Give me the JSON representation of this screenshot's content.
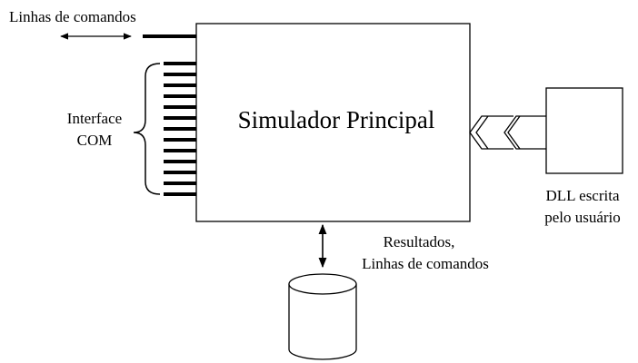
{
  "labels": {
    "command_lines_top": "Linhas de comandos",
    "interface_line1": "Interface",
    "interface_line2": "COM",
    "main_simulator": "Simulador Principal",
    "dll_line1": "DLL escrita",
    "dll_line2": "pelo usuário",
    "results_line1": "Resultados,",
    "results_line2": "Linhas de comandos"
  },
  "com_interface_pins": 13
}
